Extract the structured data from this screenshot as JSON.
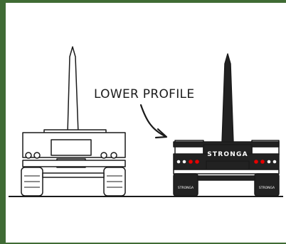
{
  "callout": {
    "text": "LOWER PROFILE"
  },
  "truck_right": {
    "plate": "STRONGA",
    "mudflap_left": "STRONGA",
    "mudflap_right": "STRONGA"
  },
  "colors": {
    "frame": "#3f6b34",
    "ink": "#1a1a1a",
    "light": "#e60000",
    "truck_fill": "#222222"
  }
}
